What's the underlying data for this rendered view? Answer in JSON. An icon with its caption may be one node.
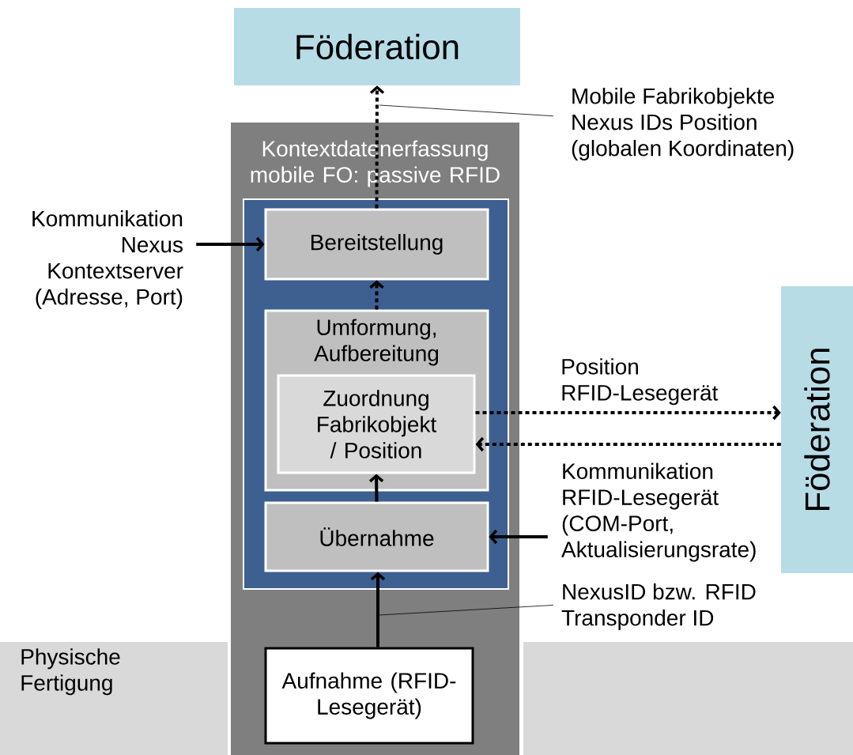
{
  "diagram": {
    "nodes": [
      {
        "text": [
          "Föderation"
        ]
      },
      {
        "text": [
          "Föderation"
        ]
      },
      {
        "text": [
          "Kontextdatenerfassung mobile FO: passive RFID"
        ]
      },
      {
        "text": [],
        "shape": "box",
        "in": 2
      },
      {
        "text": [
          "Bereitstellung"
        ],
        "in": 3
      },
      {
        "text": [
          "Umformung, Aufbereitung"
        ],
        "in": 3
      },
      {
        "text": [
          "Zuordnung Fabrikobjekt / Position"
        ],
        "in": 5
      },
      {
        "text": [
          "Übernahme"
        ],
        "in": 3
      },
      {
        "text": [
          "Aufnahme (RFID-Lesegerät)"
        ],
        "in": 2
      },
      {
        "text": [
          "Physische Fertigung"
        ]
      },
      {
        "text": [],
        "shape": "box"
      },
      {
        "text": [
          "Kommunikation Nexus Kontextserver (Adresse, Port)"
        ]
      },
      {
        "text": [
          "Kommunikation RFID-Lesegerät (COM-Port, Aktualisierungsrate)"
        ]
      },
      {
        "text": [
          "Mobile Fabrikobjekte Nexus IDs Position (globalen Koordinaten)"
        ]
      },
      {
        "text": [
          "NexusID bzw. RFID Transponder ID"
        ]
      }
    ],
    "edges": [
      {
        "from": 4,
        "to": 0,
        "arrow": "to",
        "style": "dashed"
      },
      {
        "from": 5,
        "to": 4,
        "arrow": "to",
        "style": "dashed"
      },
      {
        "from": 7,
        "to": 6,
        "arrow": "to"
      },
      {
        "from": 8,
        "to": 7,
        "arrow": "to"
      },
      {
        "from": 6,
        "to": 1,
        "arrow": "to",
        "style": "dashed",
        "label": "Position RFID-Lesegerät"
      },
      {
        "from": 1,
        "to": 6,
        "arrow": "to",
        "style": "dashed"
      },
      {
        "from": 11,
        "to": 4,
        "arrow": "to"
      },
      {
        "from": 12,
        "to": 7,
        "arrow": "to"
      },
      {
        "from": 13,
        "to": null,
        "arrow": "none"
      },
      {
        "from": 14,
        "to": null,
        "arrow": "none"
      }
    ]
  }
}
